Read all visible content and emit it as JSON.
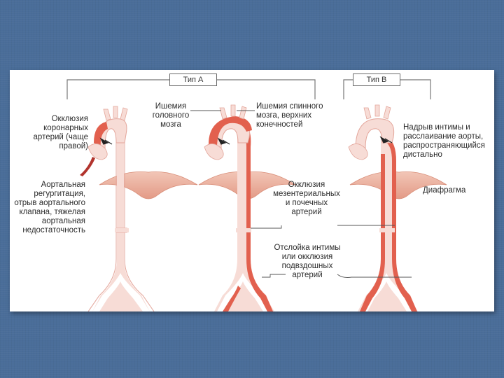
{
  "types": {
    "a": "Тип А",
    "b": "Тип В"
  },
  "labels": {
    "coronary": "Окклюзия\nкоронарных\nартерий (чаще\nправой)",
    "aortic_regurg": "Аортальная\nрегургитация,\nотрыв аортального\nклапана, тяжелая\nаортальная\nнедостаточность",
    "brain_ischemia": "Ишемия\nголовного\nмозга",
    "spinal_ischemia": "Ишемия спинного\nмозга, верхних\nконечностей",
    "mesenteric": "Окклюзия\nмезентериальных\nи почечных\nартерий",
    "intima_detach": "Отслойка интимы\nили окклюзия\nподвздошных\nартерий",
    "tear": "Надрыв интимы и\nрасслаивание аорты,\nраспространяющийся\nдистально",
    "diaphragm": "Диафрагма"
  },
  "colors": {
    "background": "#4a6d99",
    "panel": "#ffffff",
    "vessel": "#f7dcd6",
    "vessel_outline": "#e3a59a",
    "dissection": "#e2604e",
    "diaphragm": "#eeb7a6",
    "blood": "#b2342d"
  }
}
